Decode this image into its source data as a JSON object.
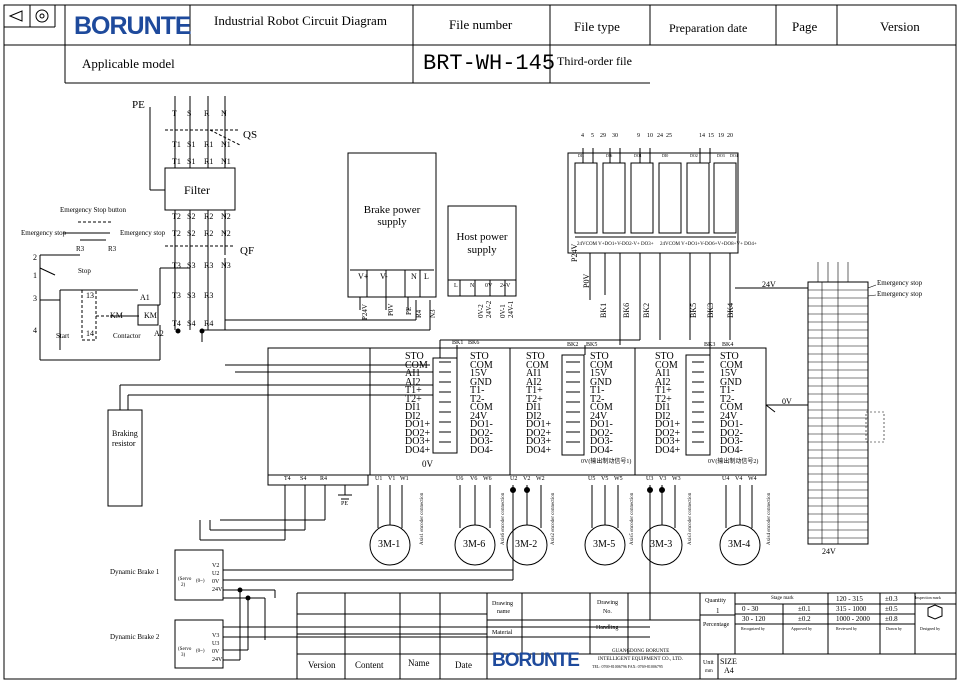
{
  "header": {
    "brand": "BORUNTE",
    "title": "Industrial Robot Circuit Diagram",
    "file_number_label": "File number",
    "file_type_label": "File type",
    "prep_date_label": "Preparation date",
    "page_label": "Page",
    "version_label": "Version",
    "applicable_label": "Applicable model",
    "file_number": "BRT-WH-145",
    "file_type": "Third-order file"
  },
  "power": {
    "pe": "PE",
    "phases_top": [
      "T",
      "S",
      "R",
      "N"
    ],
    "row1": [
      "T1",
      "S1",
      "R1",
      "N1"
    ],
    "row2": [
      "T1",
      "S1",
      "R1",
      "N1"
    ],
    "row3": [
      "T2",
      "S2",
      "R2",
      "N2"
    ],
    "row4": [
      "T2",
      "S2",
      "R2",
      "N2"
    ],
    "row5": [
      "T3",
      "S3",
      "R3",
      "N3"
    ],
    "row6": [
      "T3",
      "S3",
      "R3"
    ],
    "row7": [
      "T4",
      "S4",
      "R4"
    ],
    "qs": "QS",
    "qf": "QF",
    "filter": "Filter"
  },
  "control": {
    "estop_button": "Emergency Stop button",
    "estop_left": "Emergency stop",
    "estop_right": "Emergency stop",
    "r3a": "R3",
    "r3b": "R3",
    "n2": "2",
    "n1": "1",
    "n3": "3",
    "n4": "4",
    "stop": "Stop",
    "start": "Start",
    "contactor": "Contactor",
    "km1": "KM",
    "km2": "KM",
    "l13": "13",
    "l14": "14",
    "a1": "A1",
    "a2": "A2"
  },
  "brake_supply": {
    "title_line1": "Brake power",
    "title_line2": "supply",
    "terminals": [
      "V+",
      "V-",
      "N",
      "L"
    ],
    "out": [
      "P24V",
      "P0V",
      "PE",
      "R4",
      "N3"
    ]
  },
  "host_supply": {
    "title_line1": "Host power",
    "title_line2": "supply",
    "terminals": [
      "L",
      "N",
      "0V",
      "24V"
    ],
    "out": [
      "0V-2",
      "24V-2",
      "0V-1",
      "24V-1"
    ]
  },
  "io_board": {
    "top_pins_a": [
      "4",
      "5",
      "29",
      "30"
    ],
    "top_pins_b": [
      "9",
      "10",
      "24",
      "25"
    ],
    "top_pins_c": [
      "14",
      "15",
      "19",
      "20"
    ],
    "conn_labels": [
      "DI1",
      "DI6",
      "DO1",
      "DI0",
      "DO2",
      "DO3",
      "DO4"
    ],
    "bottom_row_a": "24VCOM V+DO1+V-DO2-V+ DO3+",
    "bottom_row_b": "24VCOM V+DO1+V-DO6+V+DO8+V+ DO4+",
    "p24": "P24V",
    "p0": "P0V",
    "bk": [
      "BK1",
      "BK6",
      "BK2",
      "BK5",
      "BK3",
      "BK4"
    ],
    "v24": "24V"
  },
  "drives": [
    {
      "bk_tag": "BK1",
      "bk_tag2": "BK6",
      "left": [
        "STO",
        "COM",
        "AI1",
        "AI2",
        "T1+",
        "T2+",
        "DI1",
        "DI2",
        "DO1+",
        "DO2+",
        "DO3+",
        "DO4+"
      ],
      "right": [
        "STO",
        "COM",
        "15V",
        "GND",
        "T1-",
        "T2-",
        "COM",
        "24V",
        "DO1-",
        "DO2-",
        "DO3-",
        "DO4-"
      ],
      "zero": "0V",
      "bottom_left": [
        "T4",
        "S4",
        "R4"
      ],
      "bottom_motor": [
        "U1",
        "V1",
        "W1"
      ],
      "bottom_motor2": [
        "U6",
        "V6",
        "W6"
      ]
    },
    {
      "bk_tag": "BK2",
      "bk_tag2": "BK5",
      "left": [
        "STO",
        "COM",
        "AI1",
        "AI2",
        "T1+",
        "T2+",
        "DI1",
        "DI2",
        "DO1+",
        "DO2+",
        "DO3+",
        "DO4+"
      ],
      "right": [
        "STO",
        "COM",
        "15V",
        "GND",
        "T1-",
        "T2-",
        "COM",
        "24V",
        "DO1-",
        "DO2-",
        "DO3-",
        "DO4-"
      ],
      "zero": "0V",
      "zero_note": "0V(输出制动信号1)",
      "bottom_motor": [
        "U2",
        "V2",
        "W2"
      ],
      "bottom_motor2": [
        "U5",
        "V5",
        "W5"
      ]
    },
    {
      "bk_tag": "BK3",
      "bk_tag2": "BK4",
      "left": [
        "STO",
        "COM",
        "AI1",
        "AI2",
        "T1+",
        "T2+",
        "DI1",
        "DI2",
        "DO1+",
        "DO2+",
        "DO3+",
        "DO4+"
      ],
      "right": [
        "STO",
        "COM",
        "15V",
        "GND",
        "T1-",
        "T2-",
        "COM",
        "24V",
        "DO1-",
        "DO2-",
        "DO3-",
        "DO4-"
      ],
      "zero": "0V",
      "zero_note": "0V(输出制动信号2)",
      "bottom_motor": [
        "U3",
        "V3",
        "W3"
      ],
      "bottom_motor2": [
        "U4",
        "V4",
        "W4"
      ]
    }
  ],
  "motors": [
    "3M-1",
    "3M-6",
    "3M-2",
    "3M-5",
    "3M-3",
    "3M-4"
  ],
  "encoders": [
    "Axis1 encoder connection",
    "Axis6 encoder connection",
    "Axis2 encoder connection",
    "Axis5 encoder connection",
    "Axis3 encoder connection",
    "Axis4 encoder connection"
  ],
  "braking_resistor_l1": "Braking",
  "braking_resistor_l2": "resistor",
  "pe_bottom": "PE",
  "zero_v_right": "0V",
  "right_terminal": {
    "estop1": "Emergency stop",
    "estop2": "Emergency stop",
    "v24_bottom": "24V"
  },
  "dynamic_brake": [
    {
      "label": "Dynamic Brake 1",
      "box_l1": "(Servo",
      "box_l2": "2)",
      "box_mid": "(0~)",
      "pins": [
        "V2",
        "U2",
        "0V",
        "24V"
      ]
    },
    {
      "label": "Dynamic Brake 2",
      "box_l1": "(Servo",
      "box_l2": "3)",
      "box_mid": "(0~)",
      "pins": [
        "V3",
        "U3",
        "0V",
        "24V"
      ]
    }
  ],
  "title_block": {
    "version": "Version",
    "content": "Content",
    "name": "Name",
    "date": "Date",
    "drawing_name_l1": "Drawing",
    "drawing_name_l2": "name",
    "drawing_no_l1": "Drawing",
    "drawing_no_l2": "No.",
    "material": "Material",
    "handling": "Handling",
    "quantity": "Quantity",
    "quantity_val": "1",
    "percentage": "Percentage",
    "unit": "Unit",
    "unit_val": "mm",
    "size": "SIZE",
    "size_val": "A4",
    "stage_mark": "Stage mark",
    "tol_rows": [
      [
        "0 - 30",
        "±0.1",
        "315 - 1000",
        "±0.5"
      ],
      [
        "30 - 120",
        "±0.2",
        "1000 - 2000",
        "±0.8"
      ]
    ],
    "tol_top": [
      "120 - 315",
      "±0.3"
    ],
    "inspection": "Inspection mark",
    "recognized": "Recognized by",
    "approved": "Approved by",
    "reviewed": "Reviewed by",
    "drawn": "Drawn by",
    "designed": "Designed by",
    "brand": "BORUNTE",
    "company_l1": "GUANGDONG BORUNTE",
    "company_l2": "INTELLIGENT EQUIPMENT CO., LTD.",
    "company_l3": "TEL: 0769-81006796  FAX: 0769-81006795"
  }
}
